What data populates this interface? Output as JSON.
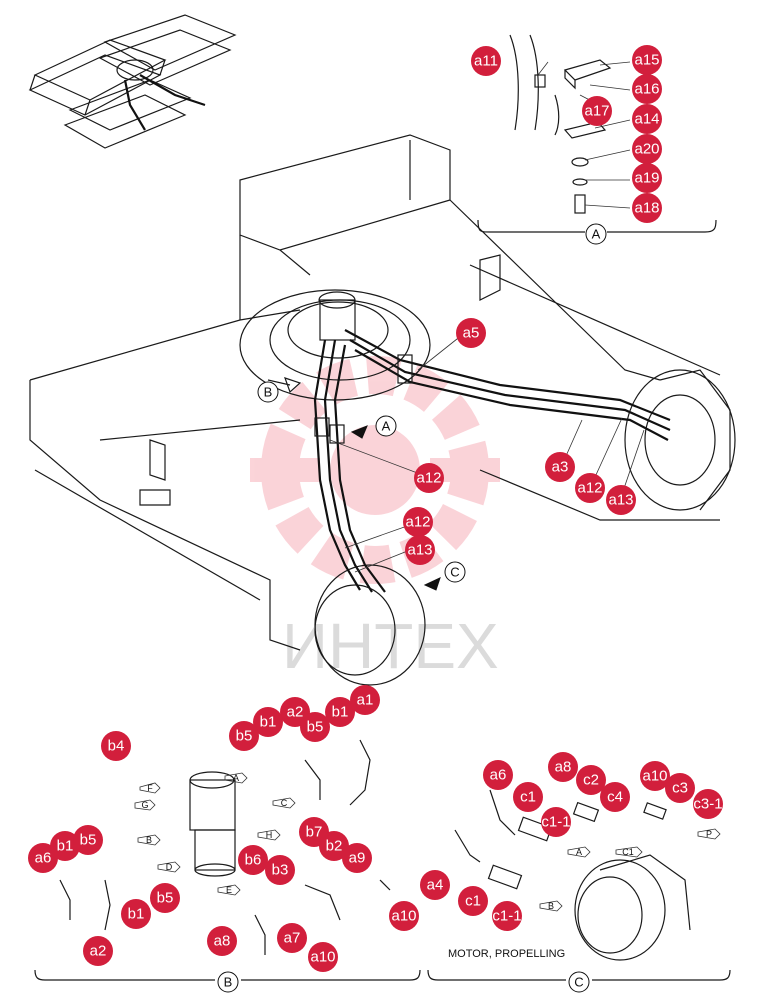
{
  "watermark": {
    "text": "ИНТЕХ",
    "color": "#e8102e"
  },
  "colors": {
    "callout": "#d21f3c",
    "callout_text": "#ffffff",
    "lines": "#1a1a1a"
  },
  "views": {
    "A": "A",
    "B": "B",
    "C": "C"
  },
  "caption": "MOTOR, PROPELLING",
  "callouts": {
    "main": [
      "a5",
      "a12",
      "a3",
      "a12",
      "a13",
      "a12",
      "a13"
    ],
    "detail_a": [
      "a11",
      "a15",
      "a16",
      "a17",
      "a14",
      "a20",
      "a19",
      "a18"
    ],
    "detail_b": [
      "a1",
      "a2",
      "b1",
      "b5",
      "b1",
      "b5",
      "b4",
      "a6",
      "b1",
      "b5",
      "b1",
      "b5",
      "a2",
      "b7",
      "b2",
      "a9",
      "b6",
      "b3",
      "a10",
      "a8",
      "a7",
      "a10"
    ],
    "detail_c": [
      "a6",
      "a8",
      "c2",
      "a10",
      "c3",
      "c3-1",
      "c1",
      "c4",
      "c1-1",
      "a4",
      "c1",
      "c1-1"
    ]
  },
  "port_labels": [
    "A",
    "B",
    "C",
    "D",
    "E",
    "F",
    "G",
    "H",
    "A",
    "B",
    "C1",
    "P"
  ]
}
